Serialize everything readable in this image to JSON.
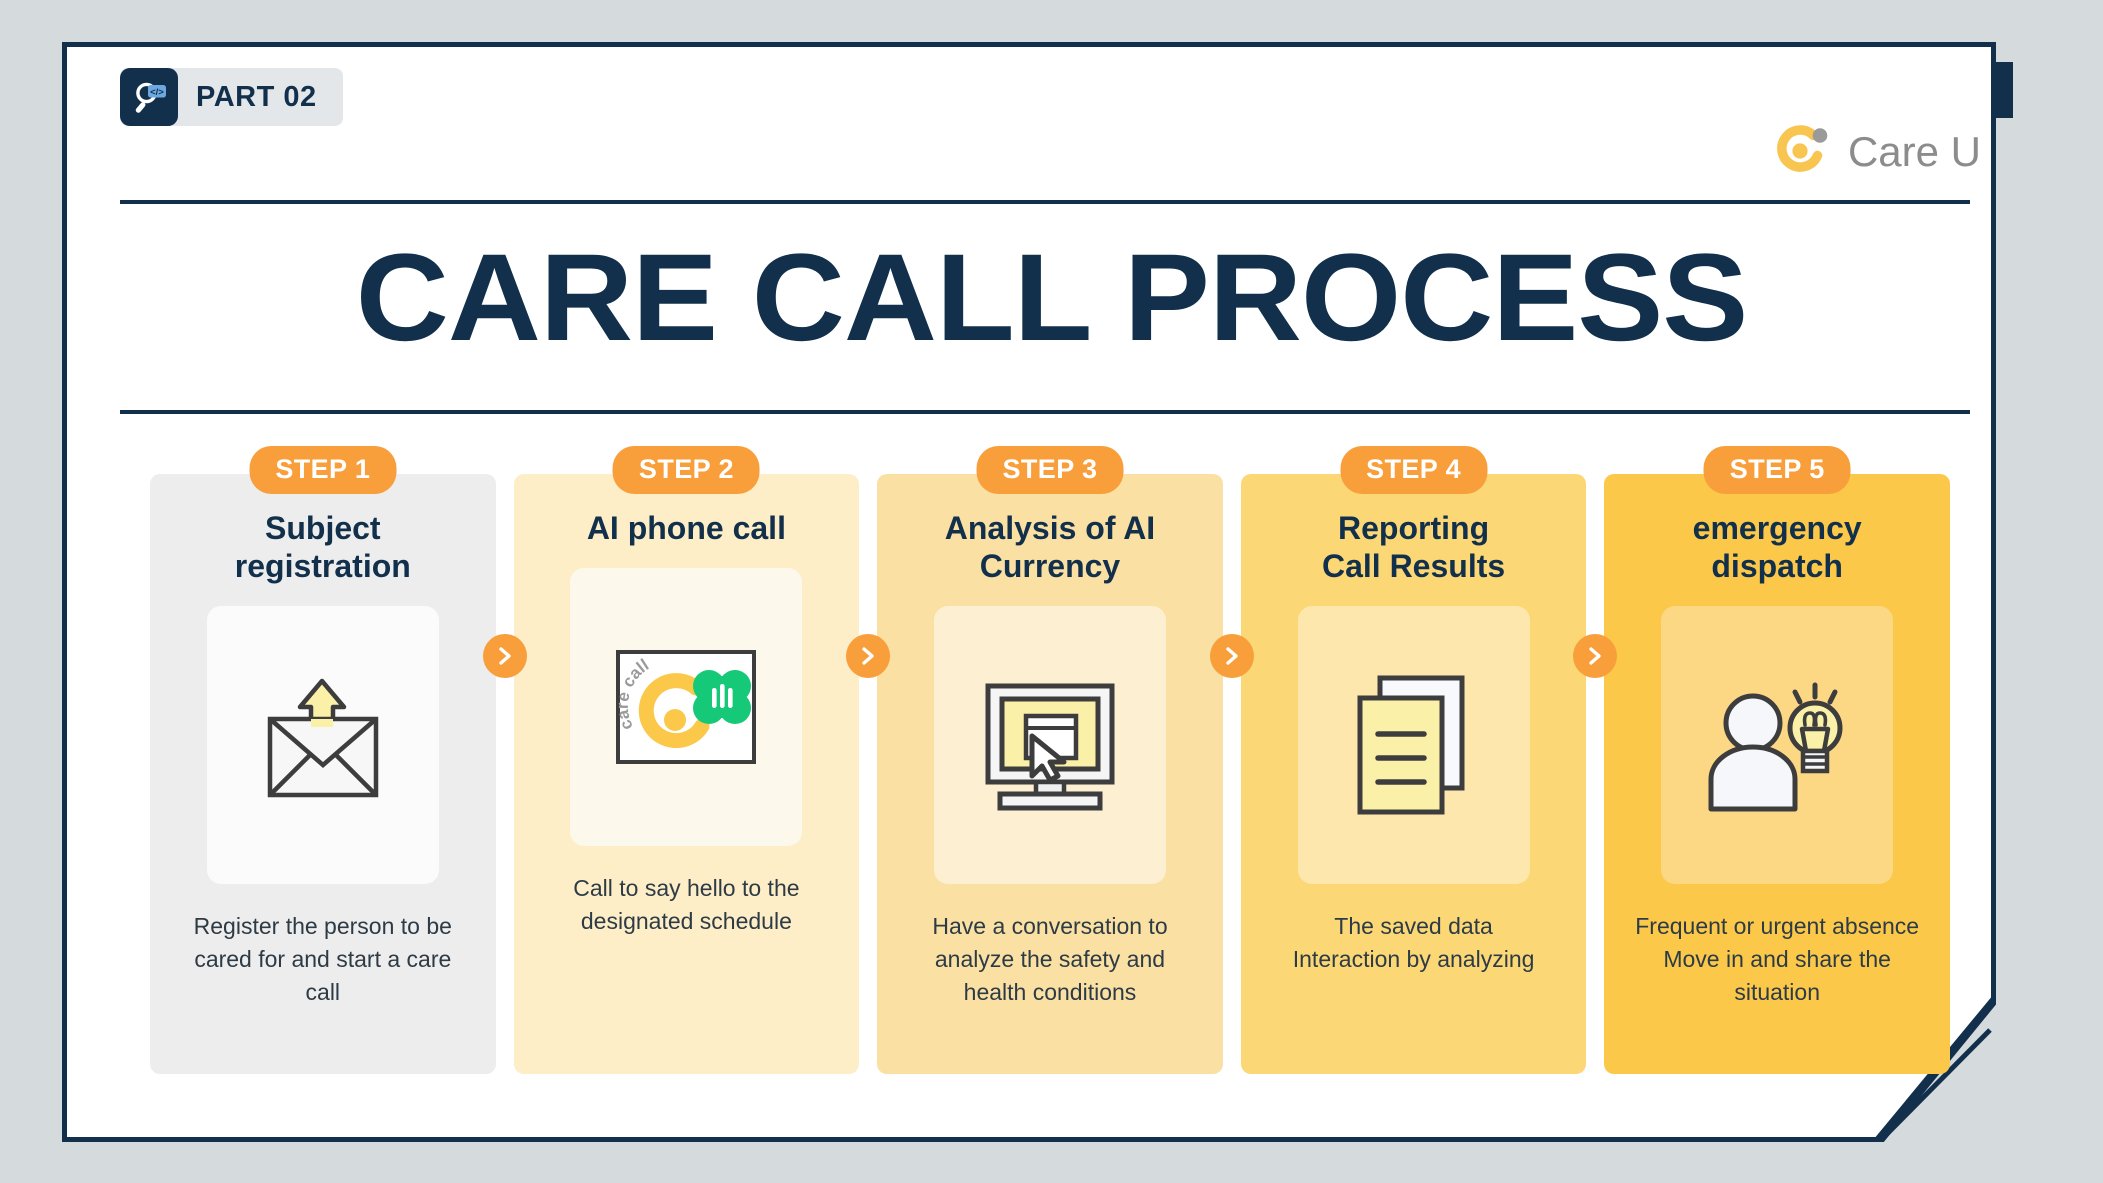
{
  "header": {
    "part_label": "PART 02",
    "part_icon": "magnifier-code-icon",
    "brand_name": "Care U",
    "brand_icon": "care-u-logo-icon"
  },
  "title": "CARE CALL PROCESS",
  "colors": {
    "navy": "#12304b",
    "orange": "#f89f3b",
    "yellow": "#fbc84a",
    "page_bg": "#d5dadd",
    "card_bg": "#ffffff",
    "green": "#16c979",
    "text_body": "#2d3b46"
  },
  "steps": [
    {
      "badge": "STEP 1",
      "title": "Subject\nregistration",
      "caption": "Register the person to be\ncared for and start a care\ncall",
      "icon": "envelope-upload-icon",
      "card_color": "#ededed",
      "panel_color": "#fbfbfb"
    },
    {
      "badge": "STEP 2",
      "title": "AI phone call",
      "caption": "Call to say hello to the\ndesignated schedule",
      "icon": "care-call-app-icon",
      "card_color": "#fdeec7",
      "panel_color": "#fdf8ec",
      "icon_text": "care call"
    },
    {
      "badge": "STEP 3",
      "title": "Analysis of AI\nCurrency",
      "caption": "Have a conversation to\nanalyze the safety and\nhealth conditions",
      "icon": "monitor-cursor-icon",
      "card_color": "#fae0a2",
      "panel_color": "#fcefd2"
    },
    {
      "badge": "STEP 4",
      "title": "Reporting\nCall Results",
      "caption": "The saved data\nInteraction by analyzing",
      "icon": "documents-icon",
      "card_color": "#fcd775",
      "panel_color": "#fde7ad"
    },
    {
      "badge": "STEP 5",
      "title": "emergency\ndispatch",
      "caption": "Frequent or urgent absence\nMove in and share the\nsituation",
      "icon": "person-lightbulb-icon",
      "card_color": "#fbc84a",
      "panel_color": "#fcd884"
    }
  ],
  "connectors": [
    {
      "icon": "chevron-right-icon"
    },
    {
      "icon": "chevron-right-icon"
    },
    {
      "icon": "chevron-right-icon"
    },
    {
      "icon": "chevron-right-icon"
    }
  ]
}
